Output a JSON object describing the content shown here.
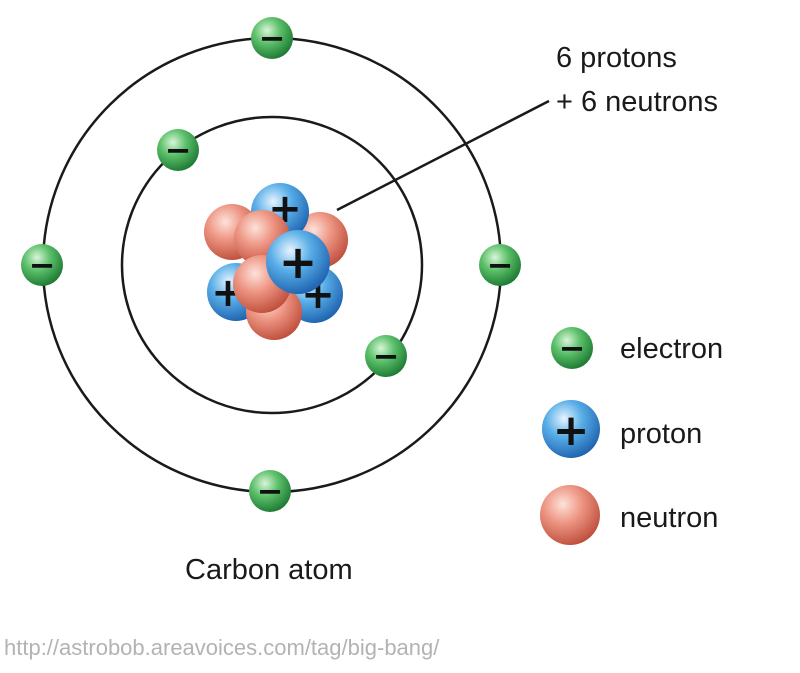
{
  "callout": {
    "line1": "6 protons",
    "line2": "+ 6 neutrons"
  },
  "legend": {
    "electron": "electron",
    "proton": "proton",
    "neutron": "neutron"
  },
  "title": "Carbon atom",
  "source": "http://astrobob.areavoices.com/tag/big-bang/",
  "symbols": {
    "electron": "−",
    "proton": "+"
  },
  "colors": {
    "electron": "#2e9b4a",
    "proton": "#3b8fd6",
    "neutron": "#e07b6a",
    "orbit": "#1a1a1a"
  }
}
